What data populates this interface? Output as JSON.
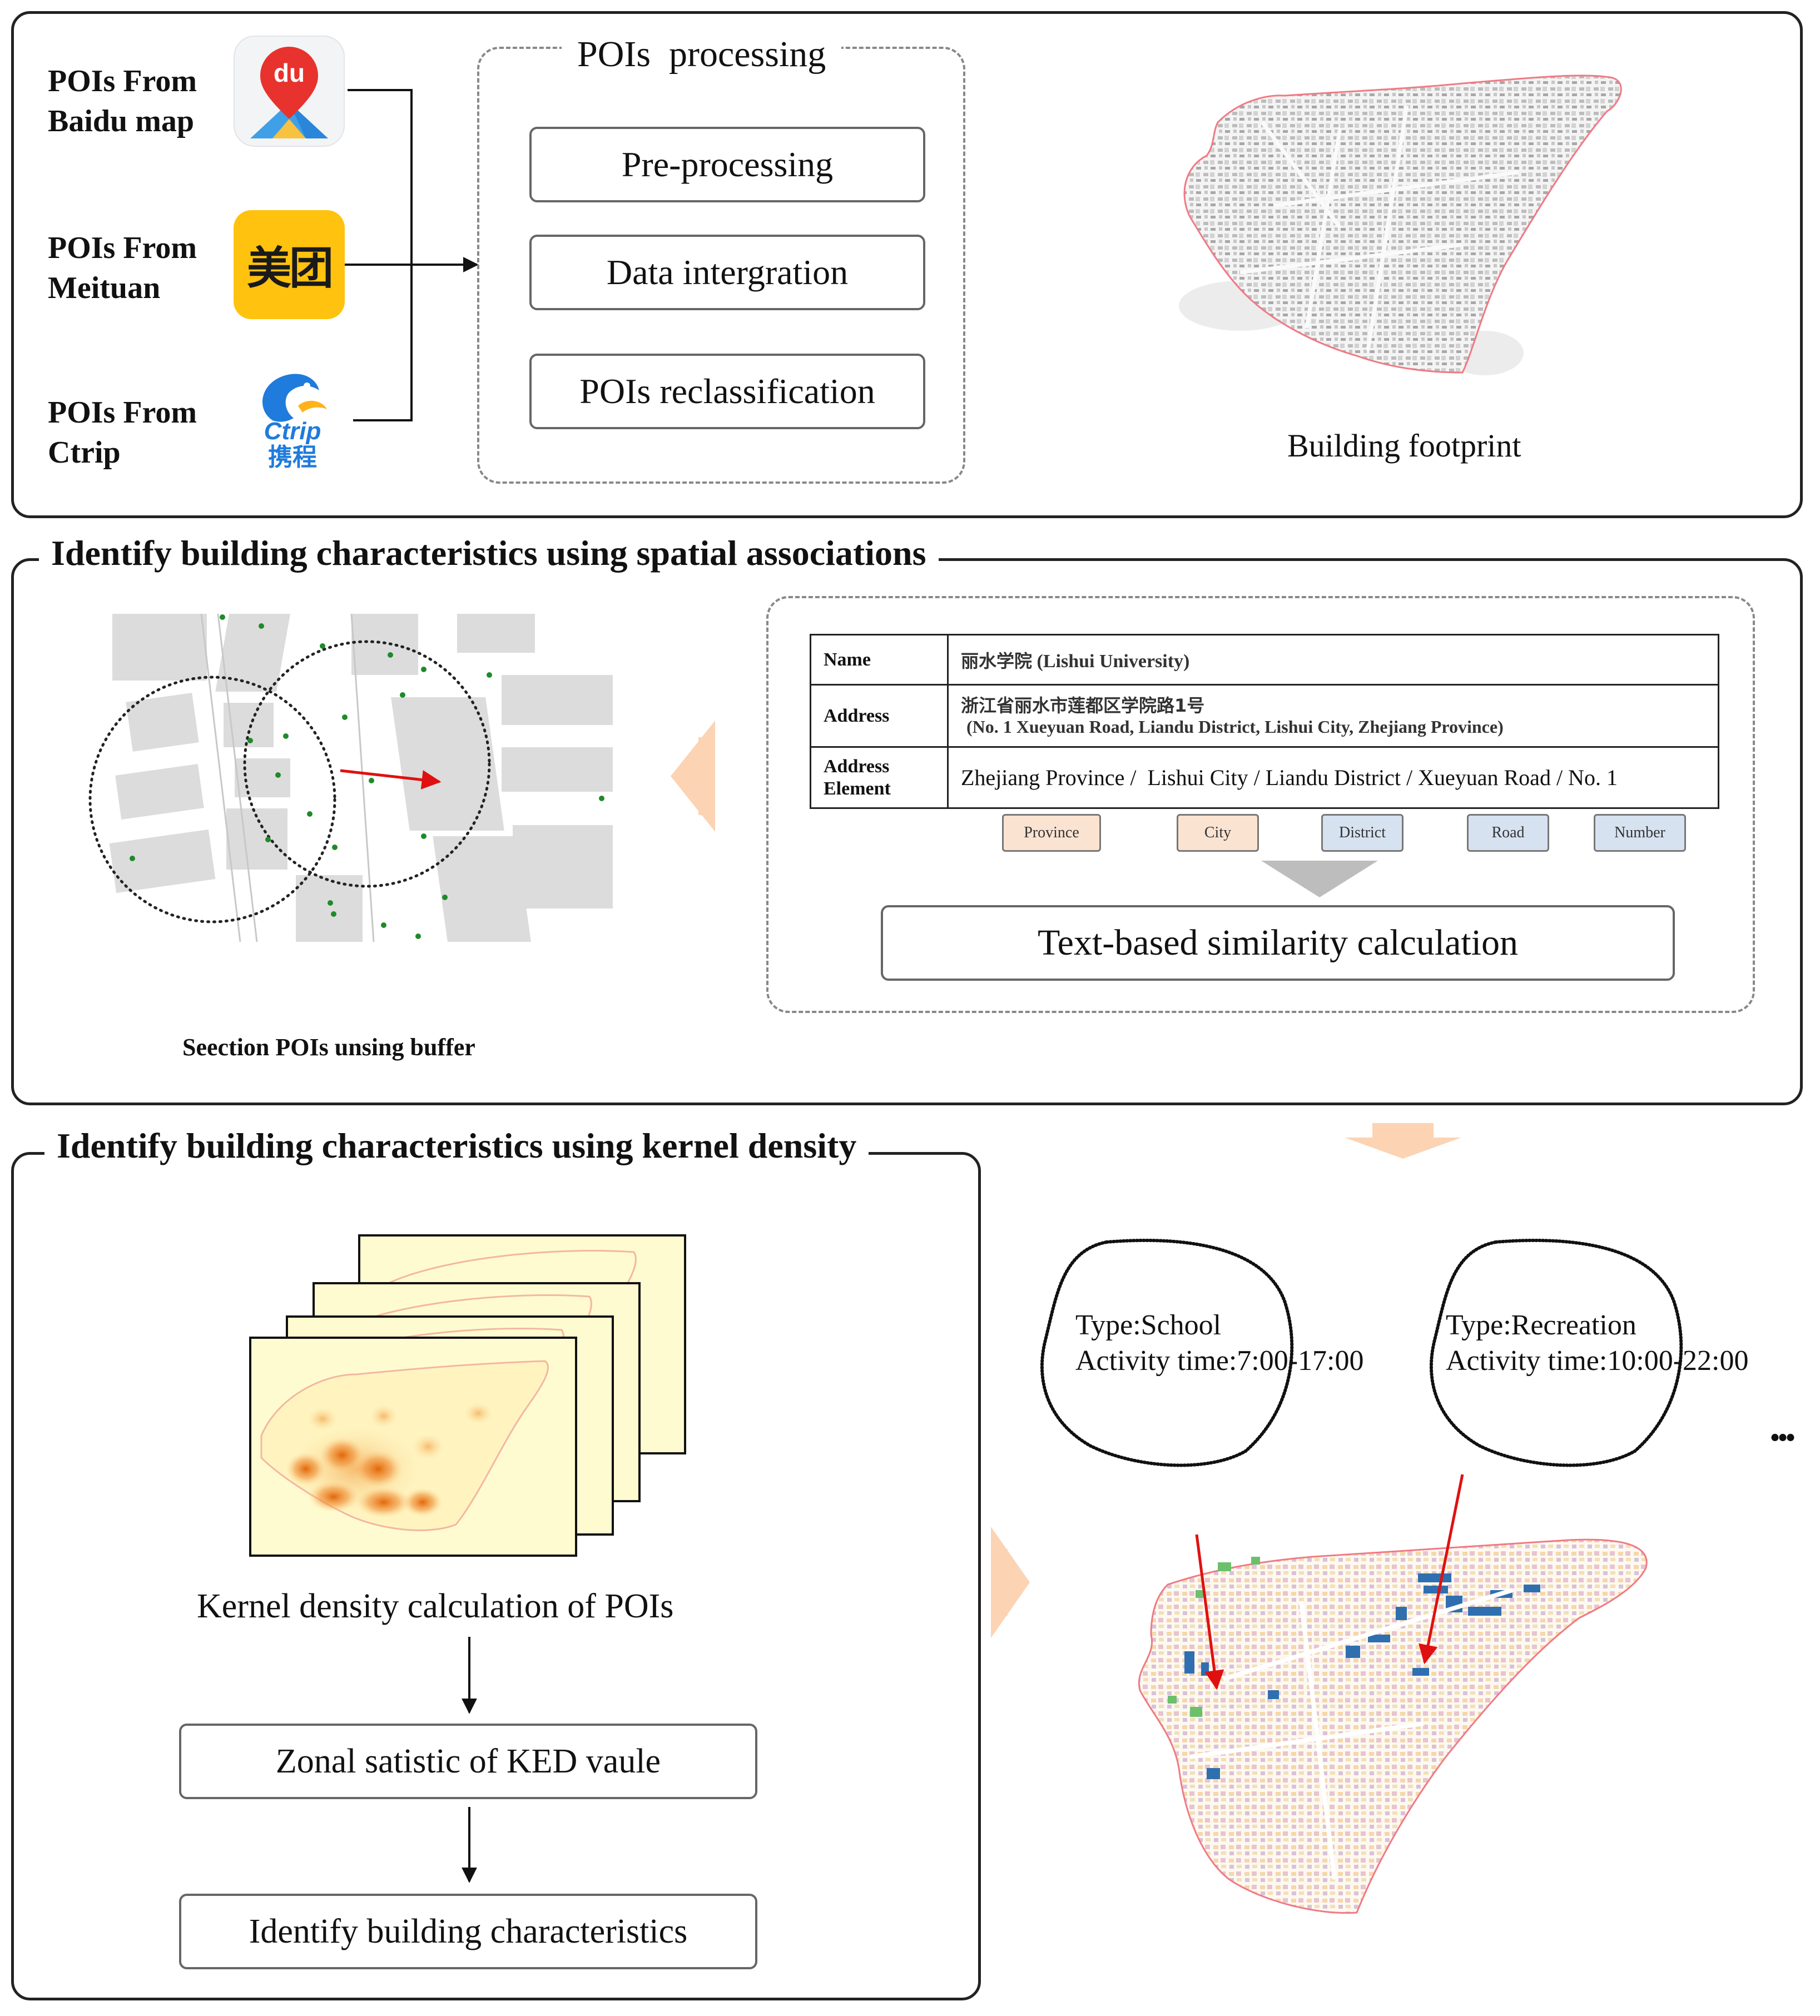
{
  "top": {
    "sources": [
      {
        "line1": "POIs From",
        "line2": "Baidu map",
        "icon": "baidu-map-icon"
      },
      {
        "line1": "POIs From",
        "line2": "Meituan",
        "icon": "meituan-icon",
        "icon_text": "美团"
      },
      {
        "line1": "POIs From",
        "line2": "Ctrip",
        "icon": "ctrip-icon",
        "icon_text": "Ctrip",
        "icon_text2": "携程"
      }
    ],
    "baidu_icon_text": "du",
    "processing_title": "POIs  processing",
    "steps": [
      "Pre-processing",
      "Data intergration",
      "POIs reclassification"
    ],
    "footprint_caption": "Building footprint"
  },
  "spatial": {
    "title": "Identify building characteristics using spatial associations",
    "buffer_caption": "Seection POIs unsing buffer",
    "table": {
      "name_label": "Name",
      "name_cn": "丽水学院",
      "name_en": " (Lishui University)",
      "address_label": "Address",
      "address_cn": "浙江省丽水市莲都区学院路1号",
      "address_en": "(No. 1 Xueyuan Road, Liandu District, Lishui City, Zhejiang Province)",
      "element_label_1": "Address",
      "element_label_2": "Element",
      "element_value": "Zhejiang Province /  Lishui City / Liandu District / Xueyuan Road / No. 1"
    },
    "tags": [
      "Province",
      "City",
      "District",
      "Road",
      "Number"
    ],
    "similarity_label": "Text-based similarity calculation"
  },
  "kernel": {
    "title": "Identify building characteristics using kernel density",
    "kde_caption": "Kernel density calculation of POIs",
    "zonal_label": "Zonal satistic of KED vaule",
    "identify_label": "Identify building characteristics"
  },
  "result": {
    "bubbles": [
      {
        "type": "Type:School",
        "time": "Activity time:7:00-17:00"
      },
      {
        "type": "Type:Recreation",
        "time": "Activity time:10:00-22:00"
      }
    ],
    "ellipsis": "..."
  },
  "colors": {
    "poi_dot": "#1f8a2a",
    "arrow_red": "#e01010",
    "flow_arrow": "#fcd3b3",
    "tag_orange": "#fbe3d2",
    "tag_blue": "#d7e2f1",
    "kde_bg": "#fffbd0",
    "kde_hot": "#e06000",
    "school_blue": "#2f6fb0"
  }
}
